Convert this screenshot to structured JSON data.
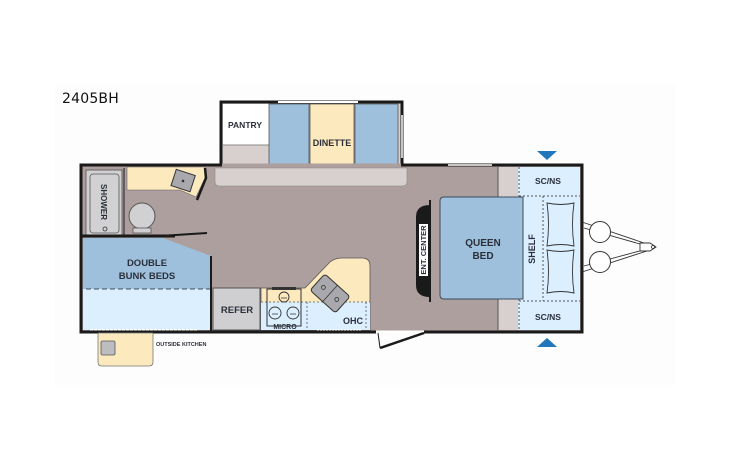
{
  "floorplan": {
    "model": "2405BH",
    "colors": {
      "floor": "#ad9f9d",
      "wall": "#1a1a1a",
      "bed_blue": "#9ec0dd",
      "light_blue": "#dcefff",
      "counter_yellow": "#fce9bd",
      "gray_fixture": "#d1d1d3",
      "pantry_white": "#ffffff",
      "closet_gray": "#d8d0cf",
      "arrow_blue": "#2277bb"
    },
    "rooms": {
      "pantry": "PANTRY",
      "dinette": "DINETTE",
      "shower": "SHOWER",
      "bunk_line1": "DOUBLE",
      "bunk_line2": "BUNK BEDS",
      "refer": "REFER",
      "micro": "MICRO",
      "ohc": "OHC",
      "ent_center": "ENT. CENTER",
      "queen_line1": "QUEEN",
      "queen_line2": "BED",
      "shelf": "SHELF",
      "scns_top": "SC/NS",
      "scns_bottom": "SC/NS",
      "outside_kitchen": "OUTSIDE KITCHEN"
    },
    "icons": [
      "sink-icon",
      "toilet-icon",
      "stove-icon",
      "kitchen-sink-icon",
      "propane-tank-icon",
      "slide-arrow-icon",
      "door-icon"
    ]
  }
}
